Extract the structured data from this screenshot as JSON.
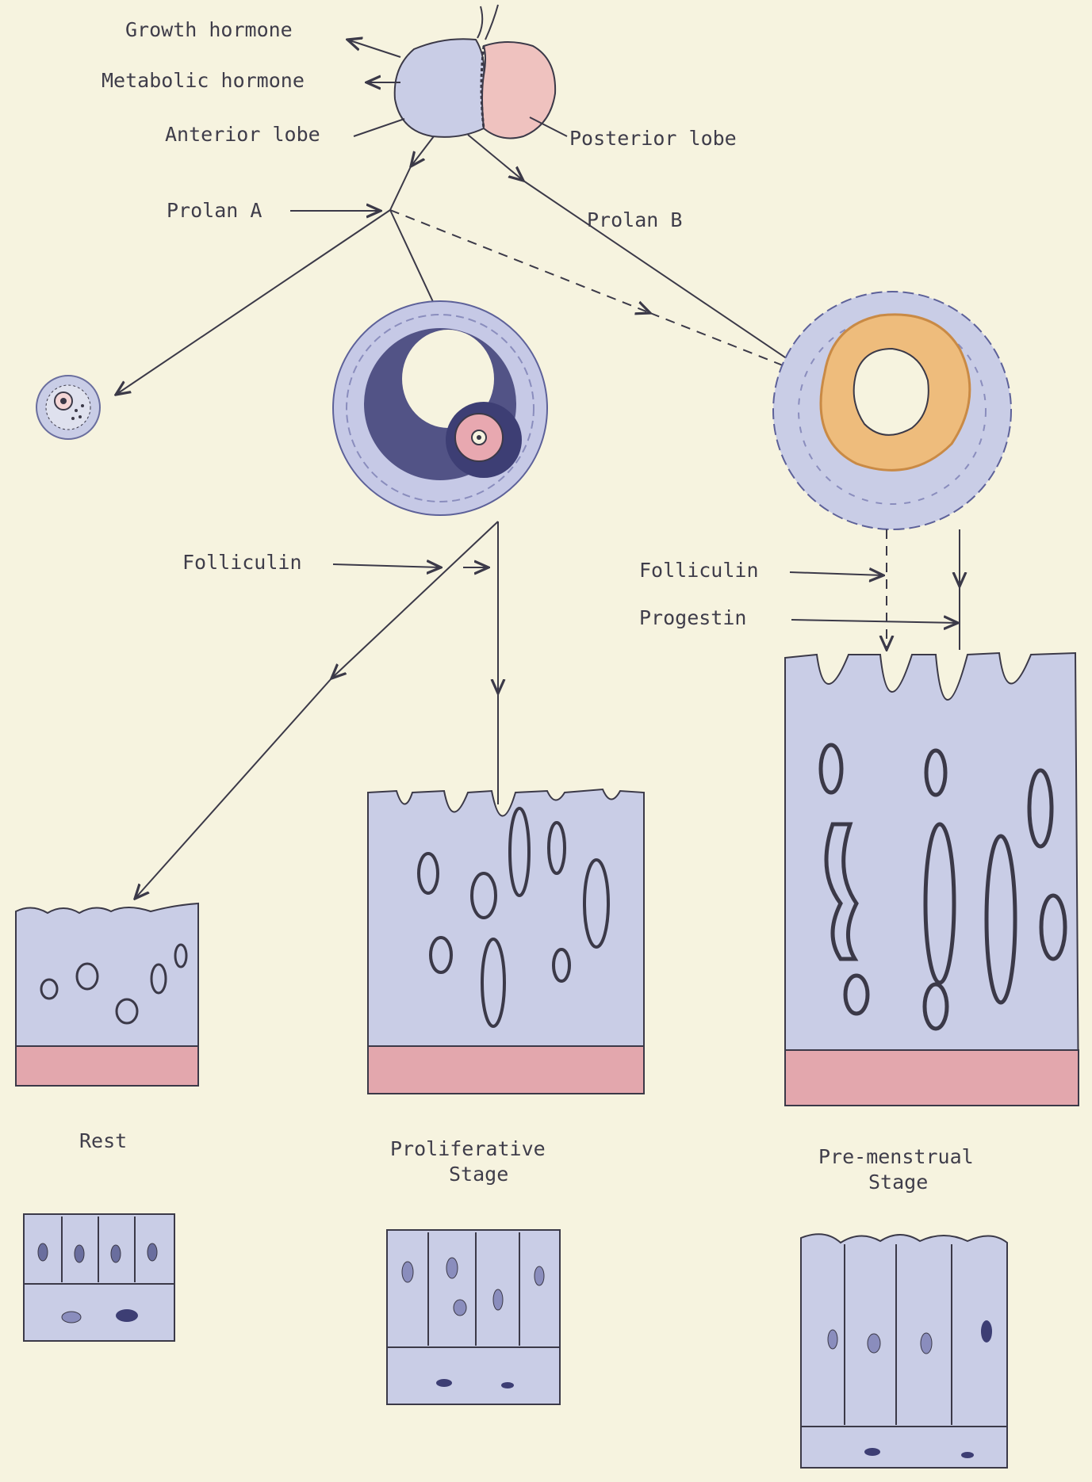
{
  "labels": {
    "growth_hormone": "Growth hormone",
    "metabolic_hormone": "Metabolic hormone",
    "anterior_lobe": "Anterior lobe",
    "posterior_lobe": "Posterior lobe",
    "prolan_a": "Prolan A",
    "prolan_b": "Prolan B",
    "folliculin_left": "Folliculin",
    "folliculin_right": "Folliculin",
    "progestin": "Progestin",
    "stage_rest": "Rest",
    "stage_proliferative_line1": "Proliferative",
    "stage_proliferative_line2": "Stage",
    "stage_premenstrual_line1": "Pre-menstrual",
    "stage_premenstrual_line2": "Stage"
  },
  "colors": {
    "paper": "#f6f3df",
    "ink": "#3b3948",
    "tissue_blue": "#c9cde6",
    "muscle_red": "#e3a7ad",
    "corpus_luteum_orange": "#eebc7c",
    "posterior_lobe_pink": "#efc2bf"
  }
}
